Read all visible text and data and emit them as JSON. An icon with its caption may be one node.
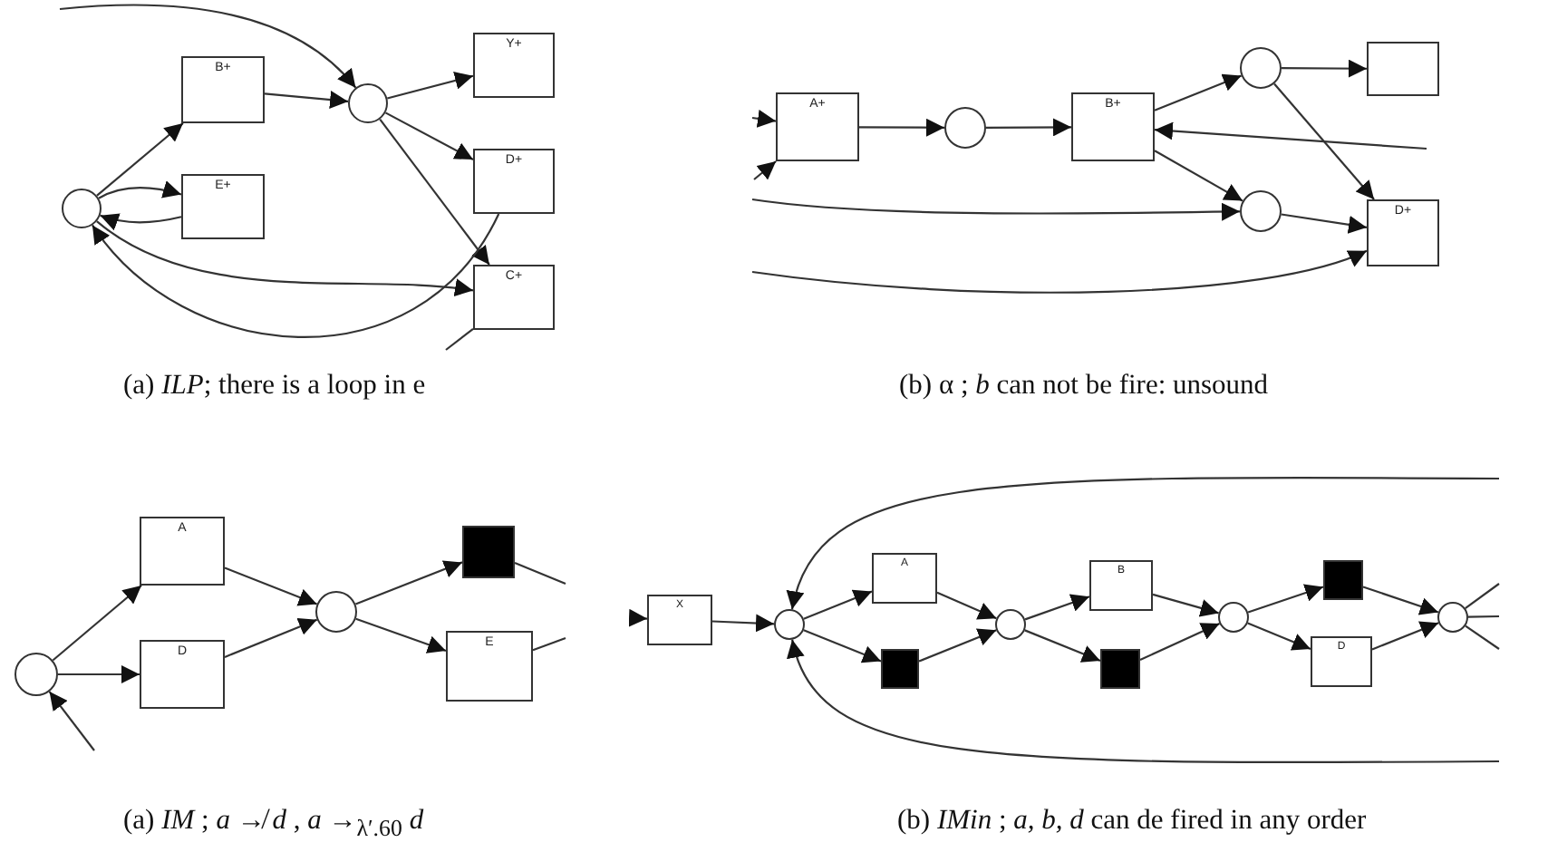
{
  "diagram": {
    "nodes": [
      {
        "text": [],
        "shape": "circle"
      },
      {
        "text": [
          "B+"
        ]
      },
      {
        "text": [
          "E+"
        ]
      },
      {
        "text": [],
        "shape": "circle"
      },
      {
        "text": [
          "Y+"
        ]
      },
      {
        "text": [
          "D+"
        ]
      },
      {
        "text": [
          "C+"
        ]
      },
      {
        "text": [
          "A+"
        ]
      },
      {
        "text": [],
        "shape": "circle"
      },
      {
        "text": [
          "B+"
        ]
      },
      {
        "text": [],
        "shape": "circle"
      },
      {
        "text": [],
        "shape": "box"
      },
      {
        "text": [],
        "shape": "circle"
      },
      {
        "text": [
          "D+"
        ]
      },
      {
        "text": [],
        "shape": "circle"
      },
      {
        "text": [
          "A"
        ]
      },
      {
        "text": [
          "D"
        ]
      },
      {
        "text": [],
        "shape": "circle"
      },
      {
        "text": [],
        "shape": "bar"
      },
      {
        "text": [
          "E"
        ]
      },
      {
        "text": [
          "X"
        ]
      },
      {
        "text": [],
        "shape": "circle"
      },
      {
        "text": [
          "A"
        ]
      },
      {
        "text": [],
        "shape": "bar"
      },
      {
        "text": [],
        "shape": "circle"
      },
      {
        "text": [
          "B"
        ]
      },
      {
        "text": [],
        "shape": "bar"
      },
      {
        "text": [],
        "shape": "circle"
      },
      {
        "text": [],
        "shape": "bar"
      },
      {
        "text": [
          "D"
        ]
      },
      {
        "text": [],
        "shape": "circle"
      }
    ],
    "edges": [
      {
        "from": 0,
        "to": 1,
        "arrow": "to"
      },
      {
        "from": 0,
        "to": 2,
        "arrow": "to"
      },
      {
        "from": 2,
        "to": 0,
        "arrow": "to"
      },
      {
        "from": 1,
        "to": 3,
        "arrow": "to"
      },
      {
        "from": 3,
        "to": 4,
        "arrow": "to"
      },
      {
        "from": 3,
        "to": 5,
        "arrow": "to"
      },
      {
        "from": 3,
        "to": 6,
        "arrow": "to"
      },
      {
        "from": 0,
        "to": 6,
        "arrow": "to"
      },
      {
        "from": 5,
        "to": 0,
        "arrow": "to"
      },
      {
        "from": null,
        "to": 3,
        "arrow": "to"
      },
      {
        "from": 6,
        "to": null,
        "arrow": "none"
      },
      {
        "from": null,
        "to": 7,
        "arrow": "to"
      },
      {
        "from": null,
        "to": 7,
        "arrow": "to"
      },
      {
        "from": 7,
        "to": 8,
        "arrow": "to"
      },
      {
        "from": 8,
        "to": 9,
        "arrow": "to"
      },
      {
        "from": 9,
        "to": 10,
        "arrow": "to"
      },
      {
        "from": 9,
        "to": 12,
        "arrow": "to"
      },
      {
        "from": 10,
        "to": 11,
        "arrow": "to"
      },
      {
        "from": 10,
        "to": 13,
        "arrow": "to"
      },
      {
        "from": 12,
        "to": 13,
        "arrow": "to"
      },
      {
        "from": null,
        "to": 9,
        "arrow": "to"
      },
      {
        "from": null,
        "to": 12,
        "arrow": "to"
      },
      {
        "from": null,
        "to": 13,
        "arrow": "to"
      },
      {
        "from": 14,
        "to": 15,
        "arrow": "to"
      },
      {
        "from": 14,
        "to": 16,
        "arrow": "to"
      },
      {
        "from": 15,
        "to": 17,
        "arrow": "to"
      },
      {
        "from": 16,
        "to": 17,
        "arrow": "to"
      },
      {
        "from": 17,
        "to": 18,
        "arrow": "to"
      },
      {
        "from": 17,
        "to": 19,
        "arrow": "to"
      },
      {
        "from": 18,
        "to": null,
        "arrow": "none"
      },
      {
        "from": 19,
        "to": null,
        "arrow": "none"
      },
      {
        "from": null,
        "to": 14,
        "arrow": "to"
      },
      {
        "from": null,
        "to": 20,
        "arrow": "to"
      },
      {
        "from": 20,
        "to": 21,
        "arrow": "to"
      },
      {
        "from": 21,
        "to": 22,
        "arrow": "to"
      },
      {
        "from": 21,
        "to": 23,
        "arrow": "to"
      },
      {
        "from": 22,
        "to": 24,
        "arrow": "to"
      },
      {
        "from": 23,
        "to": 24,
        "arrow": "to"
      },
      {
        "from": 24,
        "to": 25,
        "arrow": "to"
      },
      {
        "from": 24,
        "to": 26,
        "arrow": "to"
      },
      {
        "from": 25,
        "to": 27,
        "arrow": "to"
      },
      {
        "from": 26,
        "to": 27,
        "arrow": "to"
      },
      {
        "from": 27,
        "to": 28,
        "arrow": "to"
      },
      {
        "from": 27,
        "to": 29,
        "arrow": "to"
      },
      {
        "from": 28,
        "to": 30,
        "arrow": "to"
      },
      {
        "from": 29,
        "to": 30,
        "arrow": "to"
      },
      {
        "from": 30,
        "to": null,
        "arrow": "none"
      },
      {
        "from": 30,
        "to": null,
        "arrow": "none"
      },
      {
        "from": 30,
        "to": null,
        "arrow": "none"
      },
      {
        "from": null,
        "to": 21,
        "arrow": "to"
      },
      {
        "from": null,
        "to": 21,
        "arrow": "to"
      }
    ],
    "labels": [
      "(a) *ILP*; there is a loop in e",
      "(b) α ; *b* can not be fire: unsound",
      "(a) *IM* ; *a* ↛ *d* , *a* →$_{λ′.60}$ *d*",
      "(b) *IMin* ; *a, b, d*  can de fired in any order"
    ]
  }
}
